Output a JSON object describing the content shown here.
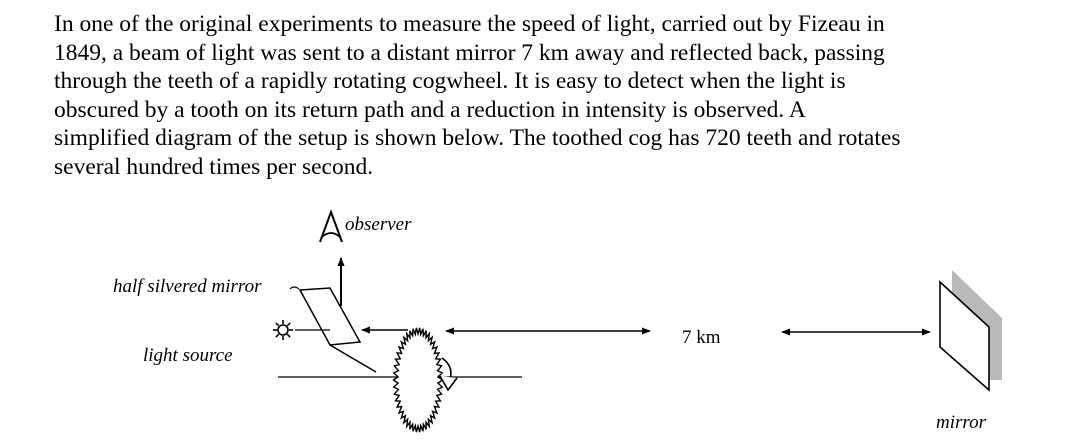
{
  "problem": {
    "lines": [
      "In one of the original experiments to measure the speed of light, carried out by Fizeau in",
      "1849, a beam of light was sent to a distant mirror 7 km away and reflected back, passing",
      "through the teeth of a rapidly rotating cogwheel. It is easy to detect when the light is",
      "obscured by a tooth on its return path and a reduction in intensity is observed. A",
      "simplified diagram of the setup is shown below. The toothed cog has 720 teeth and rotates",
      "several hundred times per second."
    ]
  },
  "diagram": {
    "labels": {
      "observer": "observer",
      "half_silvered_mirror": "half silvered mirror",
      "light_source": "light source",
      "distance": "7 km",
      "mirror": "mirror"
    },
    "icons": {
      "observer": "eye-icon",
      "light_source": "sun-icon"
    }
  }
}
